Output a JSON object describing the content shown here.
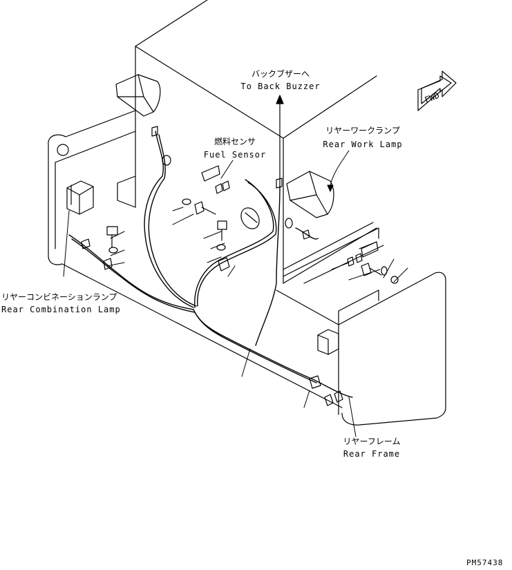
{
  "labels": {
    "back_buzzer_jp": "バックブザーへ",
    "back_buzzer_en": "To Back Buzzer",
    "rear_work_lamp_jp": "リヤーワークランプ",
    "rear_work_lamp_en": "Rear Work Lamp",
    "fuel_sensor_jp": "燃料センサ",
    "fuel_sensor_en": "Fuel Sensor",
    "rear_combination_lamp_jp": "リヤーコンビネーションランプ",
    "rear_combination_lamp_en": "Rear Combination Lamp",
    "rear_frame_jp": "リヤーフレーム",
    "rear_frame_en": "Rear Frame",
    "fwd": "FWD",
    "drawing_code": "PM57438"
  }
}
